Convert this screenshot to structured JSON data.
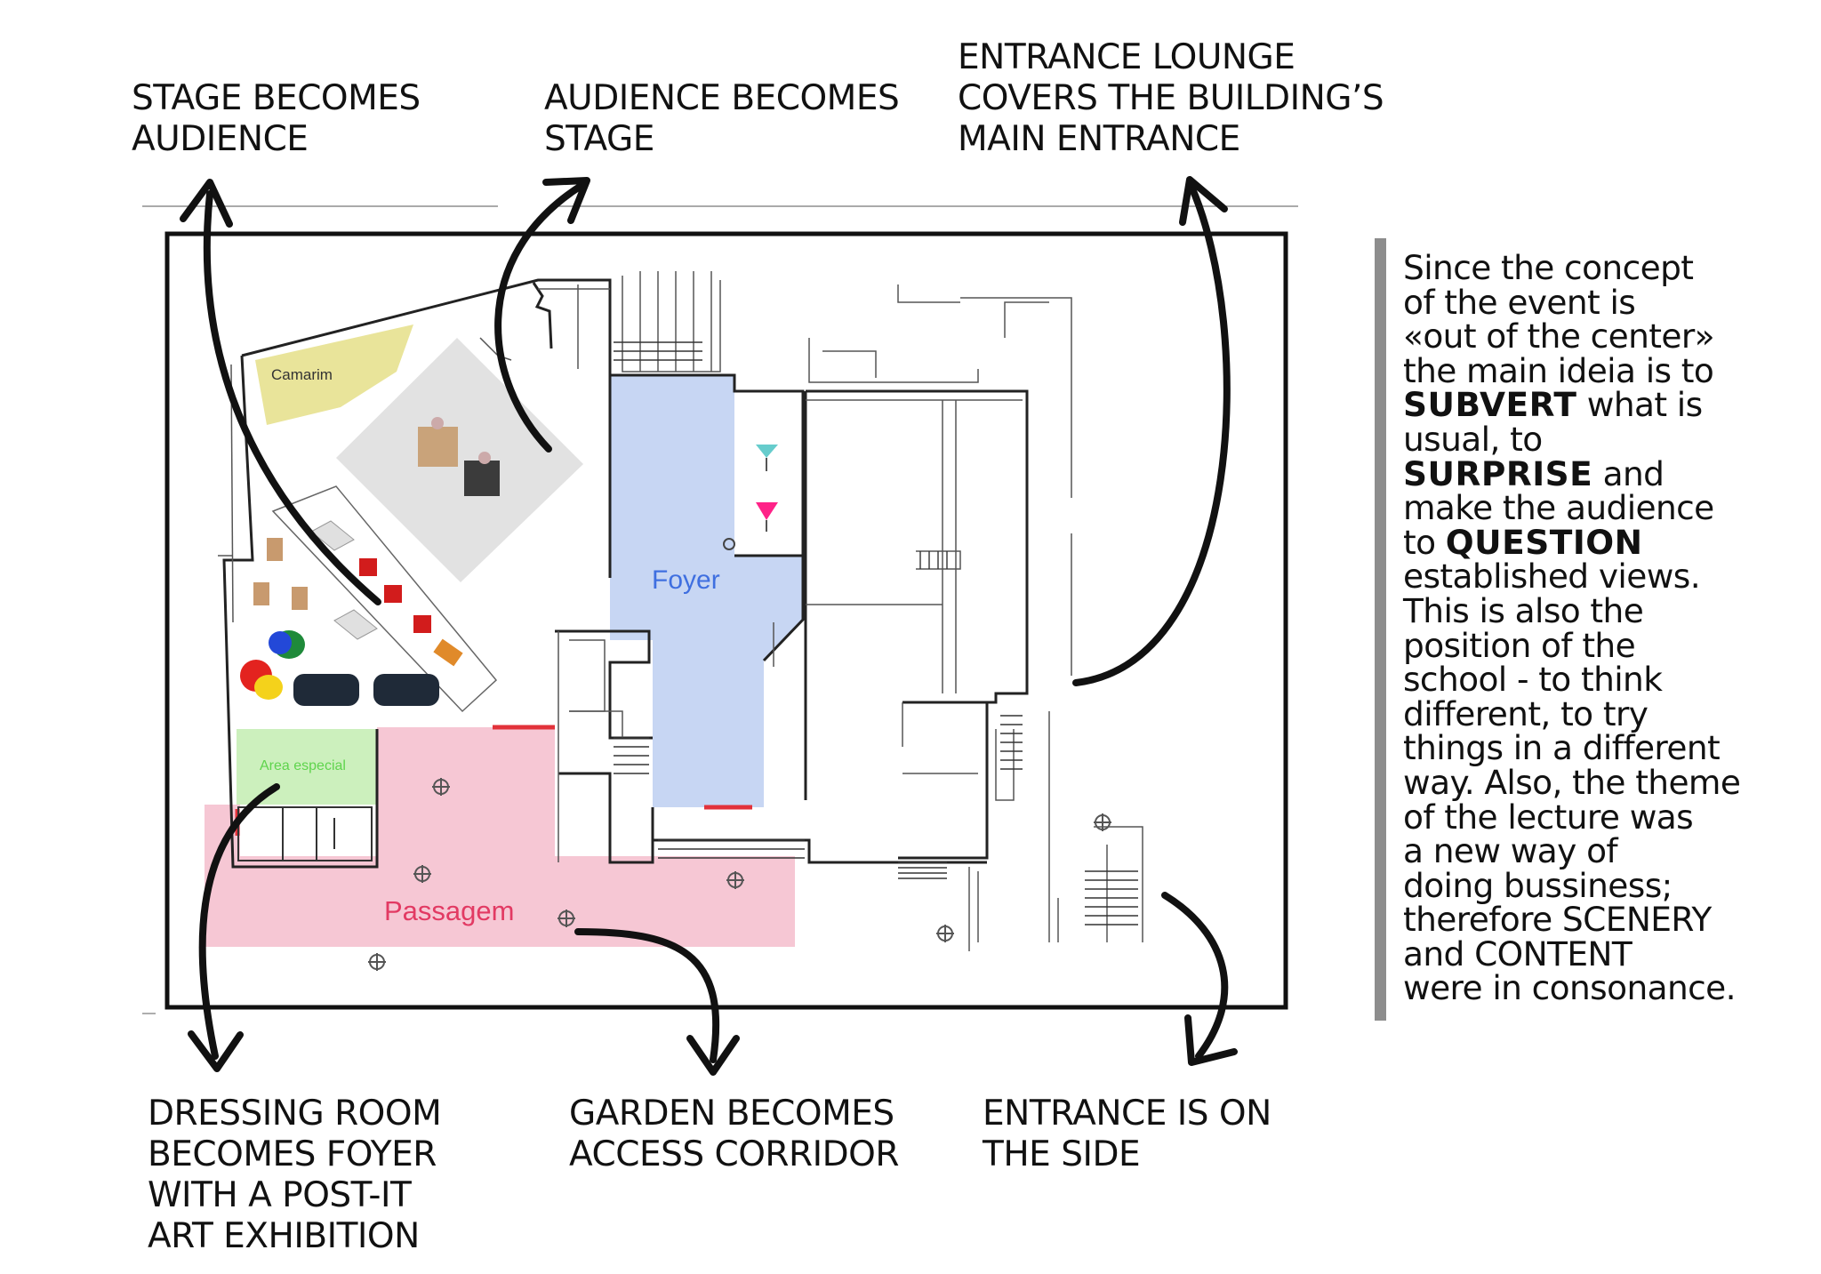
{
  "captions": {
    "stage": [
      "STAGE BECOMES",
      "AUDIENCE"
    ],
    "audience": [
      "AUDIENCE BECOMES",
      "STAGE"
    ],
    "lounge": [
      "ENTRANCE LOUNGE",
      "COVERS THE BUILDING’S",
      "MAIN ENTRANCE"
    ],
    "dressing": [
      "DRESSING ROOM",
      "BECOMES FOYER",
      "WITH A POST-IT",
      "ART EXHIBITION"
    ],
    "garden": [
      "GARDEN BECOMES",
      "ACCESS CORRIDOR"
    ],
    "entrance": [
      "ENTRANCE IS ON",
      "THE SIDE"
    ]
  },
  "plan_labels": {
    "camarim": "Camarim",
    "foyer": "Foyer",
    "area_especial": "Area especial",
    "passagem": "Passagem"
  },
  "sidebar": {
    "lines": [
      "Since the concept",
      "of the event is",
      "«out of the center»",
      "the main ideia is to",
      "usual, to",
      "make the audience",
      "established views.",
      "This is also the",
      "position of the",
      "school - to think",
      "different, to try",
      "things in a different",
      "way. Also, the theme",
      "of the lecture was",
      "a new way of",
      "doing bussiness;",
      "therefore SCENERY",
      "and CONTENT",
      "were in consonance."
    ],
    "subvert": "SUBVERT",
    "subvert_rest": " what is",
    "surprise": "SURPRISE",
    "surprise_rest": " and",
    "to_word": "to ",
    "question": "QUESTION"
  },
  "colors": {
    "camarim": "#e9e49a",
    "stage_gray": "#e2e2e2",
    "foyer": "#c7d6f3",
    "area_especial": "#ccf0bd",
    "passagem": "#f6c7d4",
    "red_mark": "#e2323a",
    "sidebar_bar": "#8d8d8d"
  },
  "icons": [
    "curved-arrow-icon",
    "chair-icon",
    "cube-seat-icon",
    "beanbag-icon",
    "sofa-icon",
    "cocktail-glass-icon",
    "dancers-icon",
    "column-marker-icon"
  ]
}
